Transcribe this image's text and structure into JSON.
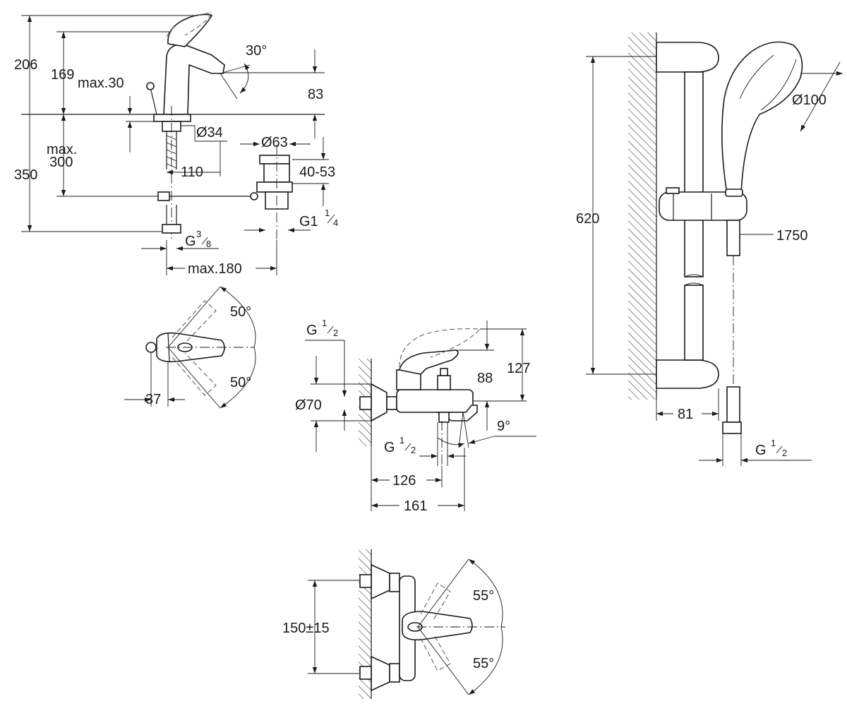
{
  "basin_mixer_side": {
    "dim_206": "206",
    "dim_169": "169",
    "dim_max30": "max.30",
    "dim_30deg": "30°",
    "dim_83": "83",
    "dim_d34": "Ø34",
    "dim_d63": "Ø63",
    "dim_max": "max.",
    "dim_300": "300",
    "dim_350": "350",
    "dim_110": "110",
    "dim_40_53": "40-53",
    "dim_g1_main": "G1",
    "dim_g1_frac_num": "1",
    "dim_g1_frac_den": "4",
    "dim_g38_main": "G",
    "dim_g38_num": "3",
    "dim_g38_den": "8",
    "dim_max180": "max.180"
  },
  "basin_mixer_top": {
    "dim_50_top": "50°",
    "dim_50_bottom": "50°",
    "dim_37": "37"
  },
  "bath_mixer_side": {
    "dim_g12_top_main": "G",
    "dim_g12_top_num": "1",
    "dim_g12_top_den": "2",
    "dim_88": "88",
    "dim_127": "127",
    "dim_d70": "Ø70",
    "dim_9deg": "9°",
    "dim_g12_bottom_main": "G",
    "dim_g12_bottom_num": "1",
    "dim_g12_bottom_den": "2",
    "dim_126": "126",
    "dim_161": "161"
  },
  "bath_mixer_front": {
    "dim_150": "150±15",
    "dim_55_top": "55°",
    "dim_55_bottom": "55°"
  },
  "shower_rail": {
    "dim_620": "620",
    "dim_d100": "Ø100",
    "dim_1750": "1750",
    "dim_81": "81",
    "dim_g12_main": "G",
    "dim_g12_num": "1",
    "dim_g12_den": "2"
  }
}
